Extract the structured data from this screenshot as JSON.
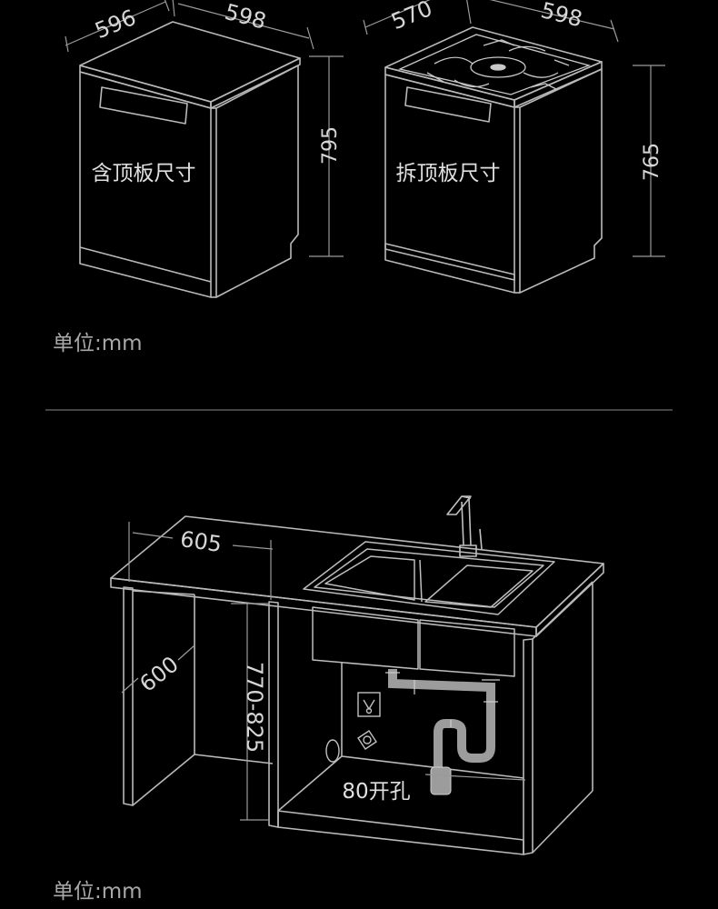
{
  "top": {
    "with_panel": {
      "depth": "596",
      "width": "598",
      "height": "795",
      "label": "含顶板尺寸"
    },
    "without_panel": {
      "depth": "570",
      "width": "598",
      "height": "765",
      "label": "拆顶板尺寸"
    },
    "unit": "单位:mm"
  },
  "bottom": {
    "depth": "605",
    "cabinet_depth": "600",
    "height_range": "770-825",
    "hole": "80开孔",
    "unit": "单位:mm"
  },
  "colors": {
    "background": "#000000",
    "line": "#b9b9b9",
    "text": "#d6d6d6",
    "pipe": "#a7a7a7"
  }
}
